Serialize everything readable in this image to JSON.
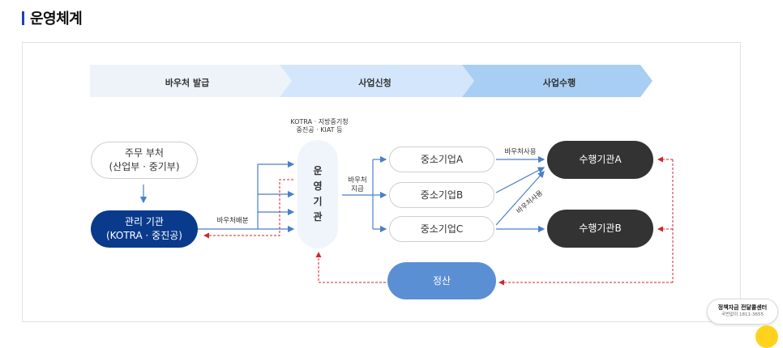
{
  "page": {
    "title": "운영체계"
  },
  "stages": [
    "바우처 발급",
    "사업신청",
    "사업수행"
  ],
  "nodes": {
    "ministry": "주무 부처\n(산업부 · 중기부)",
    "manager": "관리 기관\n(KOTRA · 중진공)",
    "operator_caption": "KOTRA · 지방중기청\n중진공 · KIAT 등",
    "operator": "운\n영\n기\n관",
    "sme_a": "중소기업A",
    "sme_b": "중소기업B",
    "sme_c": "중소기업C",
    "agency_a": "수행기관A",
    "agency_b": "수행기관B",
    "settlement": "정산"
  },
  "labels": {
    "distribution": "바우처배분",
    "payment": "바우처\n지급",
    "usage_top": "바우처사용",
    "usage_diag": "바우처사용"
  },
  "badge": {
    "title": "정책자금 전달콜센터",
    "phone": "국번없이 1811-3655"
  },
  "colors": {
    "navy": "#0a3a8c",
    "dark": "#333333",
    "blue": "#5b8fd4",
    "arrow": "#4a7fc8",
    "red": "#d0262f",
    "stage1": "#eef3fa",
    "stage2": "#d4e6fb",
    "stage3": "#a8cff3"
  }
}
